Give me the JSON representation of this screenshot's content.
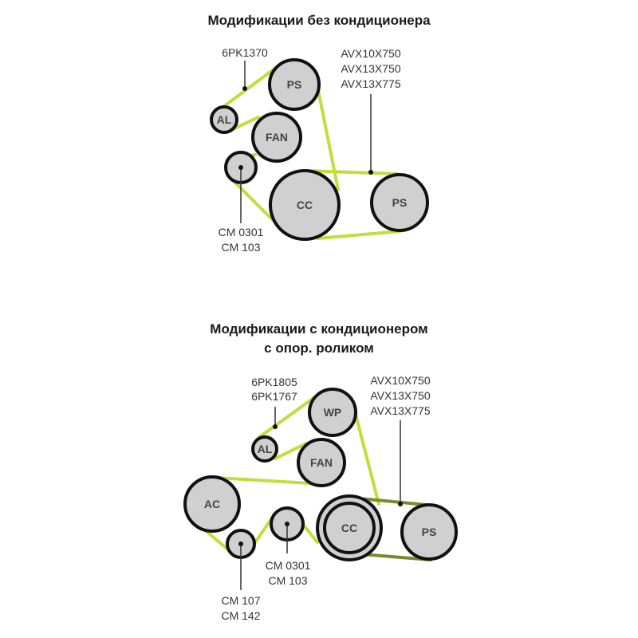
{
  "diagram1": {
    "title": "Модификации без кондиционера",
    "pulleys": {
      "ps_top": "PS",
      "al": "AL",
      "fan": "FAN",
      "cc": "CC",
      "ps_right": "PS"
    },
    "belt_label": "6PK1370",
    "vbelt_labels": [
      "AVX10X750",
      "AVX13X750",
      "AVX13X775"
    ],
    "idler_labels": [
      "CM 0301",
      "CM 103"
    ]
  },
  "diagram2": {
    "title_line1": "Модификации с кондиционером",
    "title_line2": "с опор. роликом",
    "pulleys": {
      "wp": "WP",
      "al": "AL",
      "fan": "FAN",
      "ac": "AC",
      "cc": "CC",
      "ps": "PS"
    },
    "belt_labels": [
      "6PK1805",
      "6PK1767"
    ],
    "vbelt_labels": [
      "AVX10X750",
      "AVX13X750",
      "AVX13X775"
    ],
    "idler1_labels": [
      "CM 107",
      "CM 142"
    ],
    "idler2_labels": [
      "CM 0301",
      "CM 103"
    ]
  },
  "colors": {
    "belt": "#c4dc3c",
    "vbelt_dark": "#7a8a2a",
    "pulley": "#d0d0d0"
  }
}
